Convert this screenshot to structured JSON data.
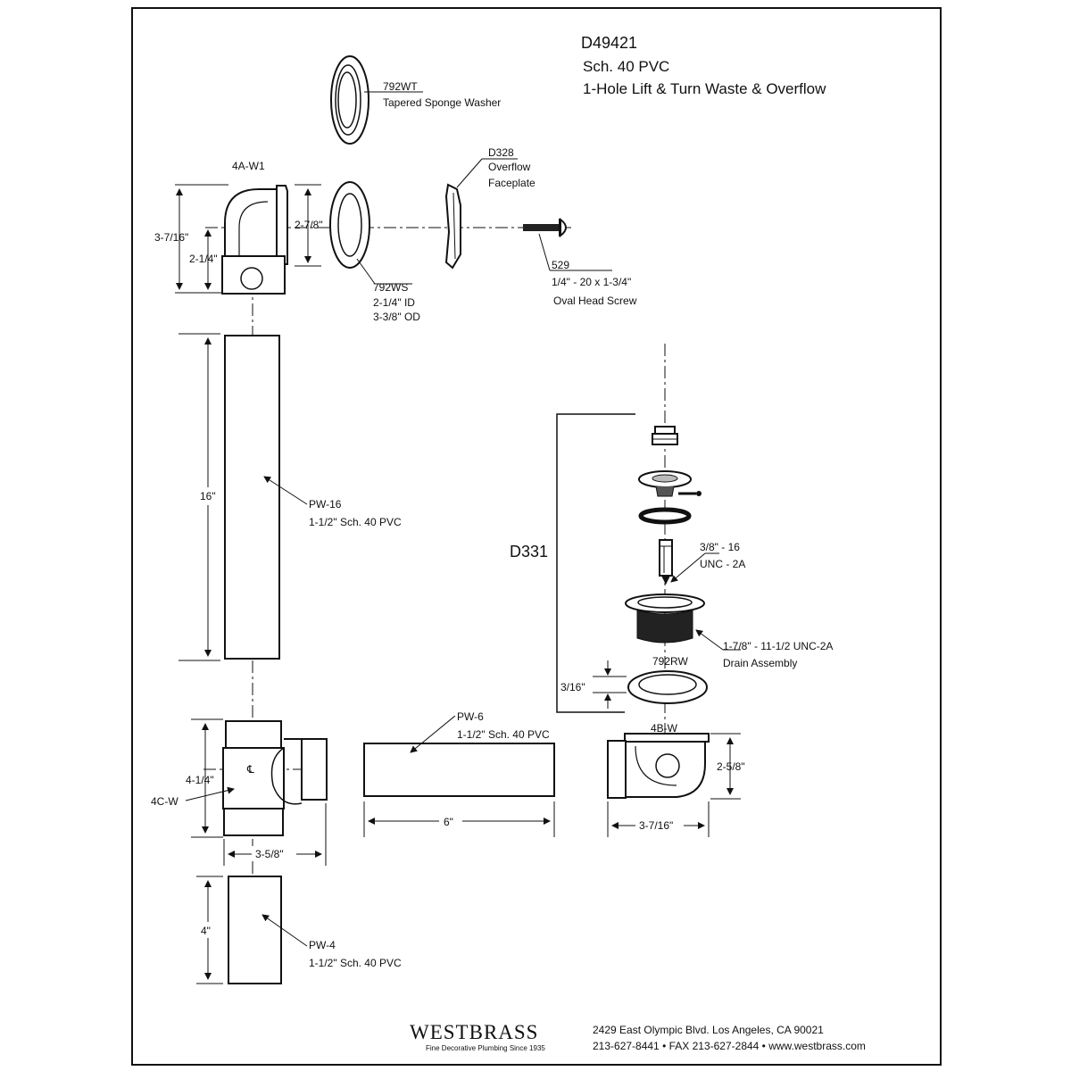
{
  "header": {
    "model": "D49421",
    "material": "Sch. 40 PVC",
    "description": "1-Hole Lift & Turn Waste & Overflow"
  },
  "parts": {
    "washer_792wt": {
      "code": "792WT",
      "desc": "Tapered Sponge Washer"
    },
    "elbow_4aw1": {
      "code": "4A-W1",
      "dim_overall": "3-7/16\"",
      "dim_center": "2-1/4\""
    },
    "washer_792ws": {
      "code": "792WS",
      "dim": "2-7/8\"",
      "id": "2-1/4\" ID",
      "od": "3-3/8\" OD"
    },
    "faceplate_d328": {
      "code": "D328",
      "line1": "Overflow",
      "line2": "Faceplate"
    },
    "screw_529": {
      "code": "529",
      "size": "1/4\" - 20 x 1-3/4\"",
      "desc": "Oval Head Screw"
    },
    "pipe_pw16": {
      "code": "PW-16",
      "desc": "1-1/2\" Sch. 40 PVC",
      "length": "16\""
    },
    "drain_d331": {
      "code": "D331",
      "stem_thread": "3/8\" - 16",
      "stem_class": "UNC - 2A",
      "body_thread": "1-7/8\" - 11-1/2 UNC-2A",
      "body_desc": "Drain Assembly",
      "washer_code": "792RW",
      "washer_dim": "3/16\""
    },
    "tee_4cw": {
      "code": "4C-W",
      "dim_height": "4-1/4\"",
      "dim_width": "3-5/8\"",
      "center_mark": "℄"
    },
    "pipe_pw6": {
      "code": "PW-6",
      "desc": "1-1/2\" Sch. 40 PVC",
      "length": "6\""
    },
    "shoe_4bw": {
      "code": "4B-W",
      "dim_height": "2-5/8\"",
      "dim_width": "3-7/16\""
    },
    "pipe_pw4": {
      "code": "PW-4",
      "desc": "1-1/2\" Sch. 40 PVC",
      "length": "4\""
    }
  },
  "footer": {
    "brand": "WESTBRASS",
    "tagline": "Fine Decorative Plumbing Since 1935",
    "address": "2429 East Olympic Blvd. Los Angeles, CA  90021",
    "contact": "213-627-8441 • FAX 213-627-2844 • www.westbrass.com"
  }
}
